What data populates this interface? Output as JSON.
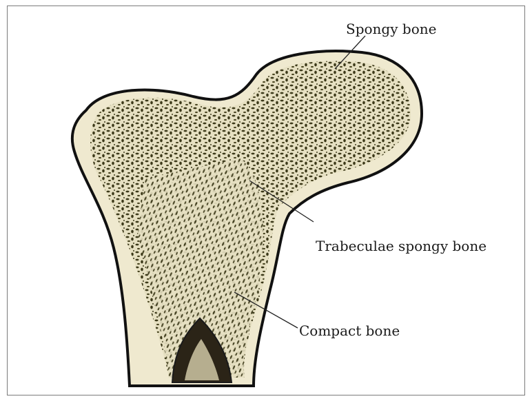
{
  "labels": {
    "spongy_bone": "Spongy bone",
    "trabeculae": "Trabeculae  spongy bone",
    "compact_bone": "Compact bone"
  },
  "colors": {
    "cortex": "#efe9cf",
    "outline": "#111111",
    "trabeculae": "#3d3a1a",
    "marrow": "#d8d4b8",
    "cavity": "#2b2417"
  }
}
